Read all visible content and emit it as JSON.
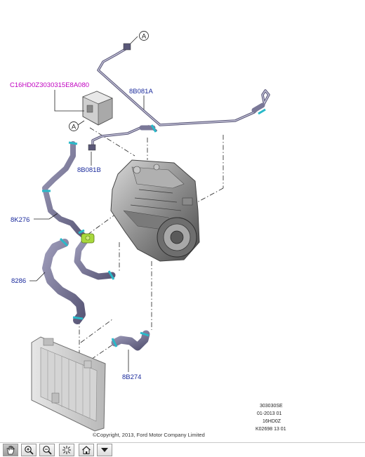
{
  "callouts": {
    "part_code": "C16HD0Z3030315E8A080",
    "pipe_upper": "8B081A",
    "pipe_lower": "8B081B",
    "hose_upper": "8K276",
    "hose_main": "8286",
    "hose_bottom": "8B274",
    "ref_a": "A"
  },
  "info_block": {
    "line1": "303030SE",
    "line2": "01-2013 01",
    "line3": "16HD0Z",
    "line4": "K02698 13 01"
  },
  "copyright": "©Copyright, 2013, Ford Motor Company Limited",
  "colors": {
    "callout_blue": "#1a2a9c",
    "callout_magenta": "#c000c0",
    "hose": "#7a7898",
    "clamp": "#29b9c9",
    "connector_green": "#a8d83c"
  },
  "toolbar": {
    "tools": [
      {
        "name": "pan-tool-button",
        "icon": "hand-icon",
        "active": true
      },
      {
        "name": "zoom-in-button",
        "icon": "zoom-in-icon",
        "active": false
      },
      {
        "name": "zoom-out-button",
        "icon": "zoom-out-icon",
        "active": false
      },
      {
        "name": "fit-view-button",
        "icon": "fit-view-icon",
        "active": false
      },
      {
        "name": "home-button",
        "icon": "home-icon",
        "active": false
      },
      {
        "name": "menu-dropdown-button",
        "icon": "triangle-down-icon",
        "active": false
      }
    ]
  }
}
